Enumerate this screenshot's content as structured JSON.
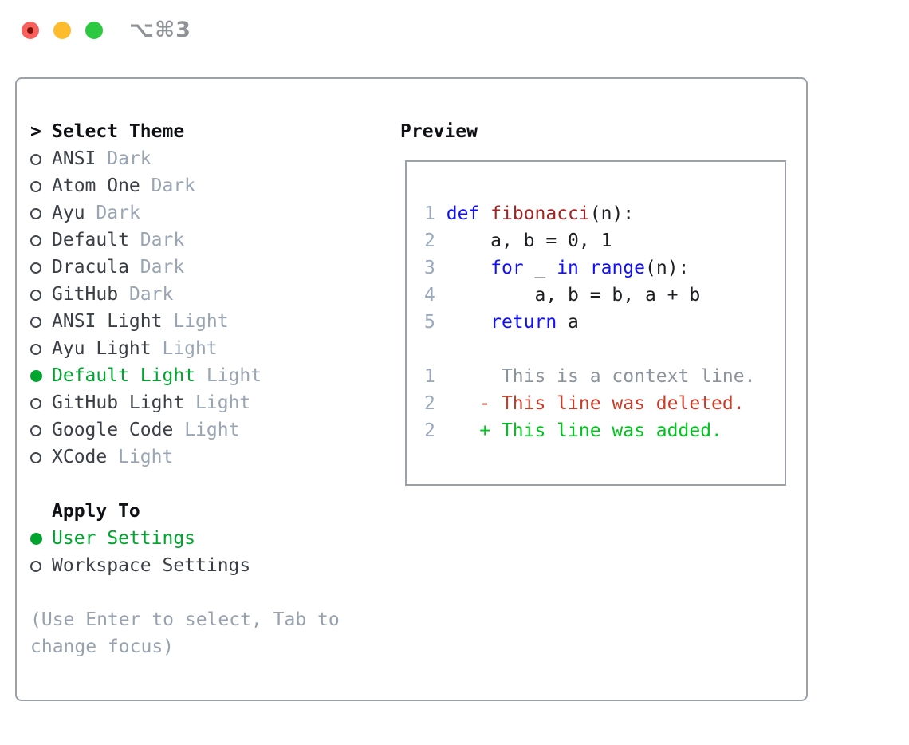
{
  "window": {
    "title": "⌥⌘3",
    "traffic_lights": [
      {
        "name": "close",
        "color": "#f7605c"
      },
      {
        "name": "minimize",
        "color": "#fdbc2e"
      },
      {
        "name": "zoom",
        "color": "#2bc840"
      }
    ]
  },
  "theme_panel": {
    "header_prefix": ">",
    "header": "Select Theme",
    "items": [
      {
        "name": "ANSI",
        "tag": "Dark",
        "selected": false
      },
      {
        "name": "Atom One",
        "tag": "Dark",
        "selected": false
      },
      {
        "name": "Ayu",
        "tag": "Dark",
        "selected": false
      },
      {
        "name": "Default",
        "tag": "Dark",
        "selected": false
      },
      {
        "name": "Dracula",
        "tag": "Dark",
        "selected": false
      },
      {
        "name": "GitHub",
        "tag": "Dark",
        "selected": false
      },
      {
        "name": "ANSI Light",
        "tag": "Light",
        "selected": false
      },
      {
        "name": "Ayu Light",
        "tag": "Light",
        "selected": false
      },
      {
        "name": "Default Light",
        "tag": "Light",
        "selected": true
      },
      {
        "name": "GitHub Light",
        "tag": "Light",
        "selected": false
      },
      {
        "name": "Google Code",
        "tag": "Light",
        "selected": false
      },
      {
        "name": "XCode",
        "tag": "Light",
        "selected": false
      }
    ],
    "apply_to": {
      "header": "Apply To",
      "options": [
        {
          "name": "User Settings",
          "selected": true
        },
        {
          "name": "Workspace Settings",
          "selected": false
        }
      ]
    },
    "hint_lines": [
      "(Use Enter to select, Tab to",
      "change focus)"
    ]
  },
  "preview": {
    "title": "Preview",
    "code_lines": [
      {
        "num": "1",
        "tokens": [
          {
            "t": " ",
            "c": "p"
          },
          {
            "t": "def",
            "c": "k"
          },
          {
            "t": " ",
            "c": "p"
          },
          {
            "t": "fibonacci",
            "c": "f"
          },
          {
            "t": "(n):",
            "c": "p"
          }
        ]
      },
      {
        "num": "2",
        "tokens": [
          {
            "t": "     a, b = 0, 1",
            "c": "p"
          }
        ]
      },
      {
        "num": "3",
        "tokens": [
          {
            "t": "     ",
            "c": "p"
          },
          {
            "t": "for",
            "c": "k"
          },
          {
            "t": " _ ",
            "c": "p"
          },
          {
            "t": "in",
            "c": "k"
          },
          {
            "t": " ",
            "c": "p"
          },
          {
            "t": "range",
            "c": "k"
          },
          {
            "t": "(n):",
            "c": "p"
          }
        ]
      },
      {
        "num": "4",
        "tokens": [
          {
            "t": "         a, b = b, a + b",
            "c": "p"
          }
        ]
      },
      {
        "num": "5",
        "tokens": [
          {
            "t": "     ",
            "c": "p"
          },
          {
            "t": "return",
            "c": "k"
          },
          {
            "t": " a",
            "c": "p"
          }
        ]
      }
    ],
    "diff_lines": [
      {
        "num": "1",
        "tokens": [
          {
            "t": "      This is a context line.",
            "c": "x"
          }
        ]
      },
      {
        "num": "2",
        "tokens": [
          {
            "t": "    - This line was deleted.",
            "c": "d"
          }
        ]
      },
      {
        "num": "2",
        "tokens": [
          {
            "t": "    + This line was added.",
            "c": "a"
          }
        ]
      }
    ]
  },
  "colors": {
    "selection_green": "#00a42e",
    "added_green": "#00c41e",
    "deleted_red": "#c93c27",
    "keyword_blue": "#1010ff",
    "function_red": "#a42222",
    "context_gray": "#8b939c",
    "line_number_gray": "#9aa8bd",
    "tag_gray": "#9aa5b3",
    "hint_gray": "#98a2ae",
    "border_gray": "#9aa1ab"
  }
}
